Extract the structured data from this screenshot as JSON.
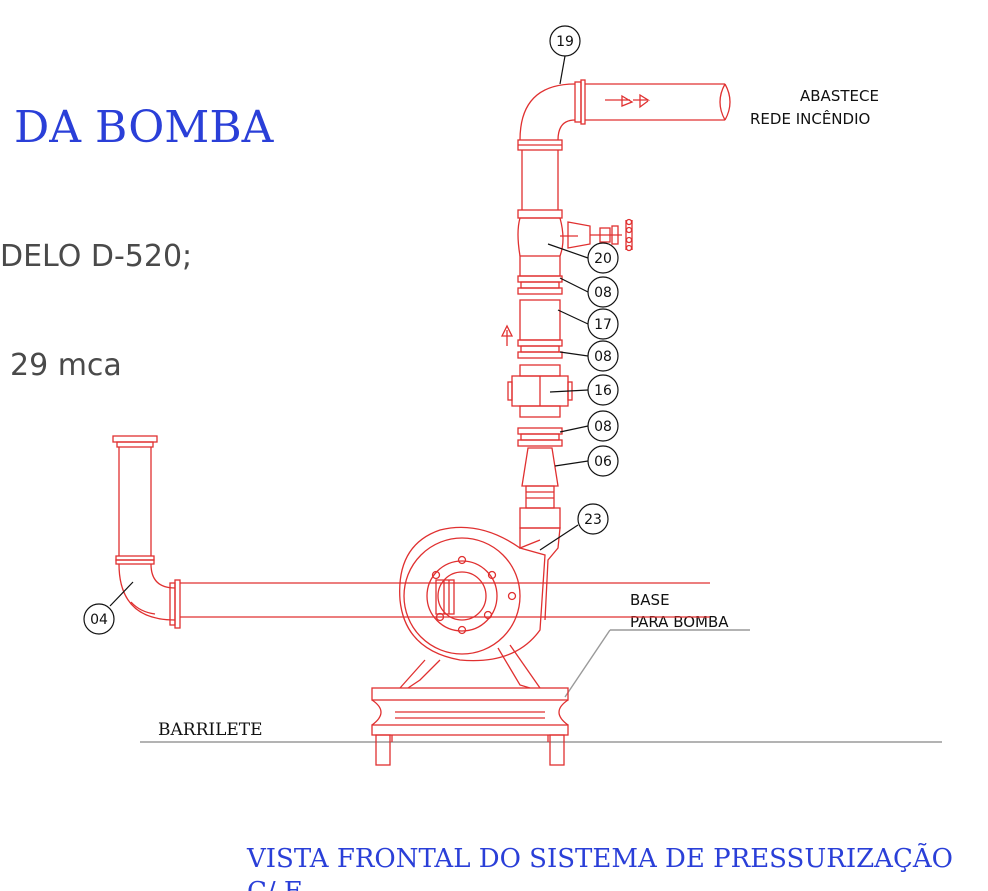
{
  "title_fragment": "DA BOMBA",
  "spec_line_model": "DELO D-520;",
  "spec_line_head": "29 mca",
  "supply_label_line1": "ABASTECE",
  "supply_label_line2": "REDE INCÊNDIO",
  "base_label_line1": "BASE",
  "base_label_line2": "PARA BOMBA",
  "floor_label": "BARRILETE",
  "caption_line1": "VISTA FRONTAL DO SISTEMA DE PRESSURIZAÇÃO",
  "caption_line2_partial": "C/ E",
  "callouts": [
    "19",
    "20",
    "08",
    "17",
    "08",
    "16",
    "08",
    "06",
    "23",
    "04"
  ],
  "colors": {
    "pipe": "#e03030",
    "title": "#2a3fd8",
    "leader": "#111111",
    "floor": "#9a9a9a"
  }
}
